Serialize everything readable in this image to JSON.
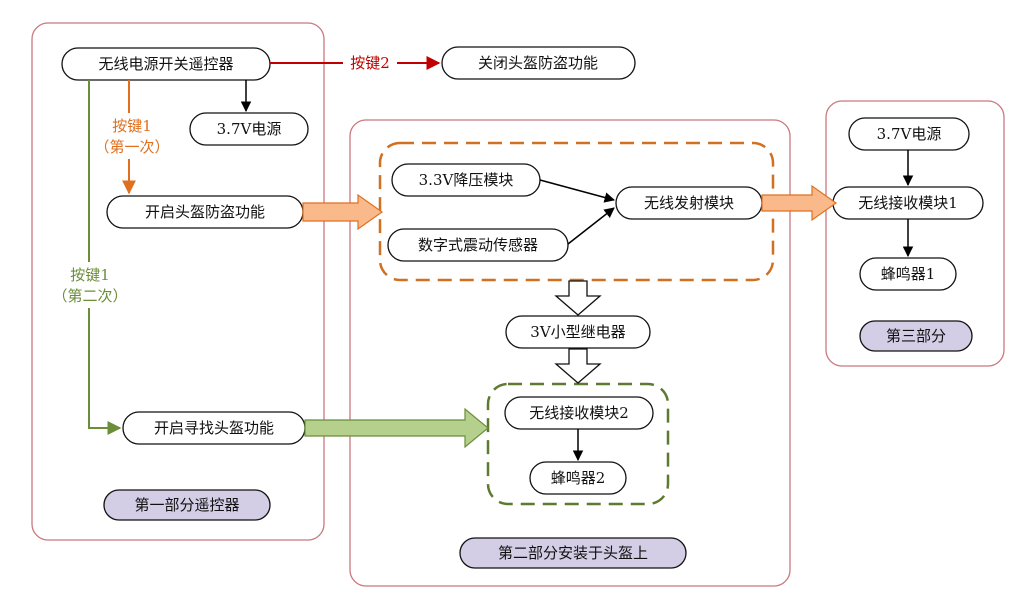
{
  "sections": {
    "part1": "第一部分遥控器",
    "part2": "第二部分安装于头盔上",
    "part3": "第三部分"
  },
  "nodes": {
    "remote": "无线电源开关遥控器",
    "power37_left": "3.7V电源",
    "close_antitheft": "关闭头盔防盗功能",
    "open_antitheft": "开启头盔防盗功能",
    "open_find": "开启寻找头盔功能",
    "step_down": "3.3V降压模块",
    "vibration_sensor": "数字式震动传感器",
    "wireless_tx": "无线发射模块",
    "relay": "3V小型继电器",
    "wireless_rx2": "无线接收模块2",
    "buzzer2": "蜂鸣器2",
    "power37_right": "3.7V电源",
    "wireless_rx1": "无线接收模块1",
    "buzzer1": "蜂鸣器1"
  },
  "labels": {
    "key2": "按键2",
    "key1_first_line1": "按键1",
    "key1_first_line2": "（第一次）",
    "key1_second_line1": "按键1",
    "key1_second_line2": "（第二次）"
  },
  "colors": {
    "red": "#c00000",
    "orange": "#e07020",
    "green": "#6b8e3a",
    "orange_fill": "#f9b98a",
    "green_fill": "#b5cf8d",
    "section_border": "#c9787e",
    "purple_fill": "#d4cde6",
    "dash_orange": "#d07020",
    "dash_green": "#5e7a30"
  }
}
